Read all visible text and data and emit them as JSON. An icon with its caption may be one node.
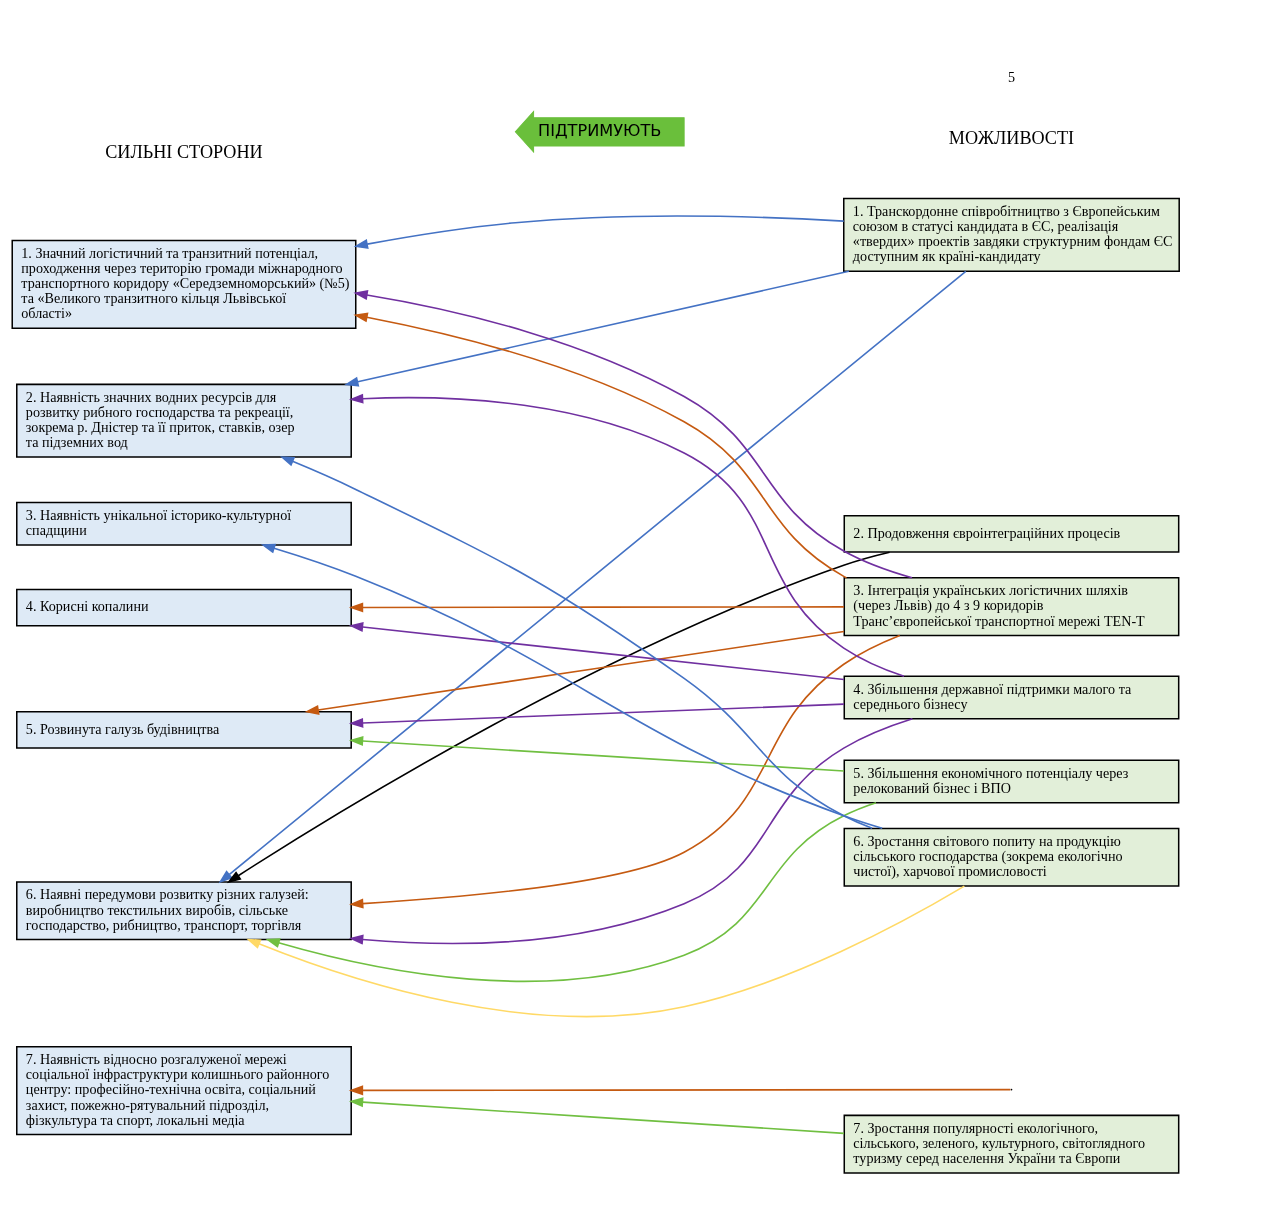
{
  "diagram": {
    "nodes": [
      {
        "text": [
          "ПІДТРИМУЮТЬ"
        ]
      },
      {
        "text": [
          "1. Значний логістичний та транзитний потенціал, проходження через територію громади міжнародного транспортного коридору «Середземноморський» (№5) та «Великого транзитного кільця Львівської області»"
        ]
      },
      {
        "text": [
          "2. Наявність значних водних ресурсів для розвитку рибного господарства та рекреації, зокрема р. Дністер та її приток, ставків, озер та підземних вод"
        ]
      },
      {
        "text": [
          "3. Наявність унікальної історико-культурної спадщини"
        ]
      },
      {
        "text": [
          "4. Корисні копалини"
        ]
      },
      {
        "text": [
          "5. Розвинута галузь будівництва"
        ]
      },
      {
        "text": [
          "6. Наявні передумови розвитку різних галузей: виробництво текстильних виробів, сільське господарство, рибництво, транспорт, торгівля"
        ]
      },
      {
        "text": [
          "7. Наявність відносно розгалуженої мережі соціальної інфраструктури колишнього районного центру: професійно-технічна освіта, соціальний захист, пожежно-рятувальний підрозділ, фізкультура та спорт, локальні медіа"
        ]
      },
      {
        "text": [
          "1. Транскордонне співробітництво з Європейським союзом в статусі кандидата в ЄС, реалізація «твердих» проектів завдяки структурним фондам ЄС доступним як країні-кандидату"
        ]
      },
      {
        "text": [
          "2. Продовження євроінтеграційних процесів"
        ]
      },
      {
        "text": [
          "3. Інтеграція українських логістичних шляхів (через Львів) до 4 з 9 коридорів Транс’європейської транспортної мережі TEN-T"
        ]
      },
      {
        "text": [
          "4. Збільшення державної підтримки малого та середнього бізнесу"
        ]
      },
      {
        "text": [
          "5. Збільшення економічного потенціалу через релокований бізнес і ВПО"
        ]
      },
      {
        "text": [
          "6. Зростання світового попиту на продукцію сільського господарства (зокрема екологічно чистої), харчової промисловості"
        ]
      },
      {
        "text": [
          "7. Зростання популярності екологічного, сільського, зеленого, культурного, світоглядного туризму серед населення України та Європи"
        ]
      }
    ],
    "edges": [
      {
        "from": 8,
        "to": 1,
        "arrow": "to",
        "color": "#4472c4"
      },
      {
        "from": 8,
        "to": 2,
        "arrow": "to",
        "color": "#4472c4"
      },
      {
        "from": 8,
        "to": 6,
        "arrow": "to",
        "color": "#4472c4"
      },
      {
        "from": 9,
        "to": 6,
        "arrow": "to",
        "color": "#000000"
      },
      {
        "from": 10,
        "to": 1,
        "arrow": "to",
        "color": "#c55a11"
      },
      {
        "from": 10,
        "to": 1,
        "arrow": "to",
        "color": "#7030a0"
      },
      {
        "from": 10,
        "to": 4,
        "arrow": "to",
        "color": "#c55a11"
      },
      {
        "from": 10,
        "to": 5,
        "arrow": "to",
        "color": "#c55a11"
      },
      {
        "from": 10,
        "to": 6,
        "arrow": "to",
        "color": "#c55a11"
      },
      {
        "from": 11,
        "to": 2,
        "arrow": "to",
        "color": "#7030a0"
      },
      {
        "from": 11,
        "to": 4,
        "arrow": "to",
        "color": "#7030a0"
      },
      {
        "from": 11,
        "to": 5,
        "arrow": "to",
        "color": "#7030a0"
      },
      {
        "from": 11,
        "to": 6,
        "arrow": "to",
        "color": "#7030a0"
      },
      {
        "from": 12,
        "to": 5,
        "arrow": "to",
        "color": "#70bf41"
      },
      {
        "from": 12,
        "to": 6,
        "arrow": "to",
        "color": "#70bf41"
      },
      {
        "from": 13,
        "to": 6,
        "arrow": "to",
        "color": "#ffd966"
      },
      {
        "from": 13,
        "to": 2,
        "arrow": "to",
        "color": "#4472c4"
      },
      {
        "from": 13,
        "to": 3,
        "arrow": "to",
        "color": "#4472c4"
      },
      {
        "from": 14,
        "to": 7,
        "arrow": "to",
        "color": "#70bf41"
      },
      {
        "from": null,
        "to": 7,
        "arrow": "to",
        "color": "#c55a11"
      }
    ],
    "labels": [
      "5",
      "СИЛЬНІ СТОРОНИ",
      "МОЖЛИВОСТІ"
    ]
  }
}
